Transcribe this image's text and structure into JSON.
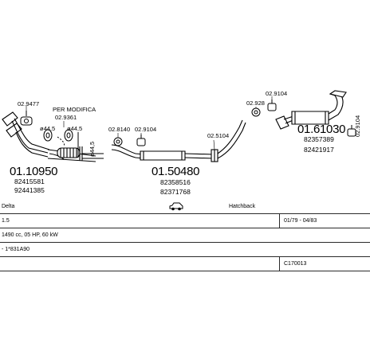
{
  "parts": {
    "front_pipe": {
      "code": "01.10950",
      "oem": [
        "82415581",
        "92441385"
      ]
    },
    "front_clamp": {
      "code": "02.9477"
    },
    "front_gasket": {
      "code": "02.9361"
    },
    "per_note": "PER MODIFICA",
    "dim_left": "ø44,5",
    "dim_right": "ø44,5",
    "dim_vertical": "ø44,5",
    "mid_clamp": {
      "code": "02.8140"
    },
    "mid_mount": {
      "code": "02.9104"
    },
    "middle_silencer": {
      "code": "01.50480",
      "oem": [
        "82358516",
        "82371768"
      ]
    },
    "mid_hanger": {
      "code": "02.5104"
    },
    "rear_hanger_a": {
      "code": "02.9104"
    },
    "rear_clamp": {
      "code": "02.928"
    },
    "rear_silencer": {
      "code": "01.61030",
      "oem": [
        "82357389",
        "82421917"
      ]
    },
    "rear_hanger_b": {
      "code": "02.9104"
    }
  },
  "info": {
    "model": "Delta",
    "body_type": "Hatchback",
    "engine": "1.5",
    "years": "01/79 - 04/83",
    "power": "1490 cc, 05 HP, 60 kW",
    "chassis": "- 1*831A90",
    "ref": "C170013"
  }
}
